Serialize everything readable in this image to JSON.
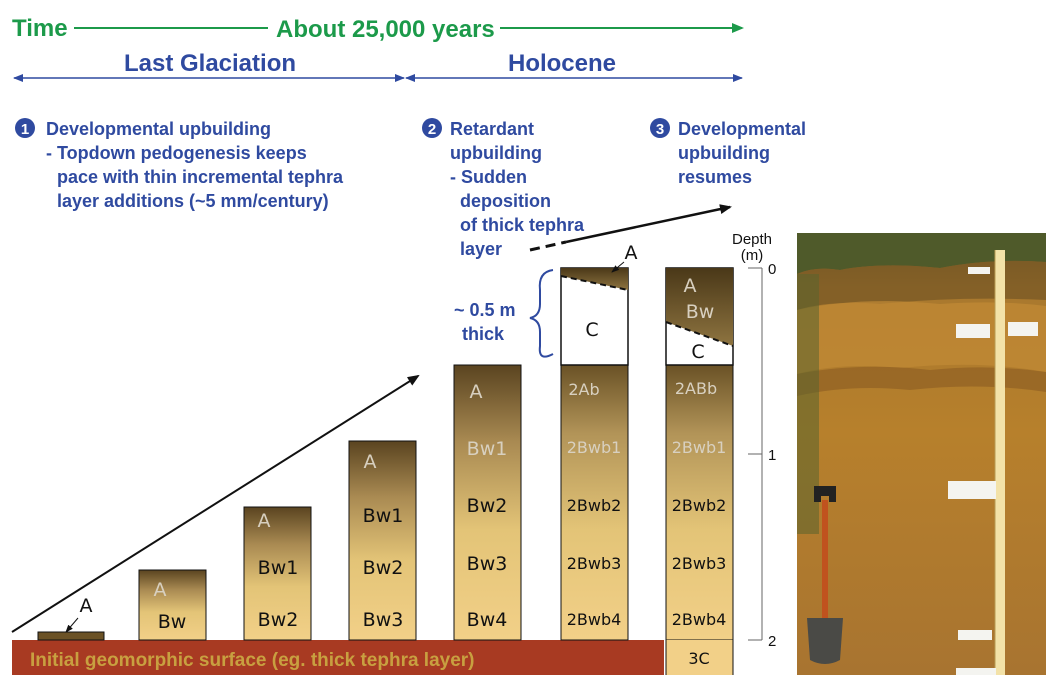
{
  "timeline": {
    "time_label": "Time",
    "duration_label": "About 25,000 years",
    "last_glaciation": "Last Glaciation",
    "holocene": "Holocene"
  },
  "stages": {
    "s1": {
      "number": "1",
      "lines": [
        "Developmental upbuilding",
        "- Topdown pedogenesis keeps",
        "pace with thin incremental tephra",
        "layer additions (~5 mm/century)"
      ]
    },
    "s2": {
      "number": "2",
      "lines": [
        "Retardant",
        "upbuilding",
        "- Sudden",
        "deposition",
        "of thick tephra",
        "layer"
      ]
    },
    "s3": {
      "number": "3",
      "lines": [
        "Developmental",
        "upbuilding",
        "resumes"
      ]
    }
  },
  "thickness_note": [
    "~ 0.5 m",
    "thick"
  ],
  "surface_label": "Initial geomorphic surface (eg. thick tephra layer)",
  "columns": {
    "c1": {
      "a_label": "A"
    },
    "c2": {
      "h": [
        "A",
        "Bw"
      ]
    },
    "c3": {
      "h": [
        "A",
        "Bw1",
        "Bw2"
      ]
    },
    "c4": {
      "h": [
        "A",
        "Bw1",
        "Bw2",
        "Bw3"
      ]
    },
    "c5": {
      "h": [
        "A",
        "Bw1",
        "Bw2",
        "Bw3",
        "Bw4"
      ]
    },
    "c6": {
      "top": [
        "A",
        "C"
      ],
      "h": [
        "2Ab",
        "2Bwb1",
        "2Bwb2",
        "2Bwb3",
        "2Bwb4"
      ]
    },
    "c7": {
      "top": [
        "A",
        "Bw",
        "C"
      ],
      "h": [
        "2ABb",
        "2Bwb1",
        "2Bwb2",
        "2Bwb3",
        "2Bwb4",
        "3C"
      ]
    }
  },
  "depth_axis": {
    "title": [
      "Depth",
      "(m)"
    ],
    "ticks": [
      "0",
      "1",
      "2"
    ]
  },
  "colors": {
    "green": "#1c9a4a",
    "blue": "#2f4aa0",
    "surface": "#a83a22",
    "surface_text": "#c8a040"
  }
}
